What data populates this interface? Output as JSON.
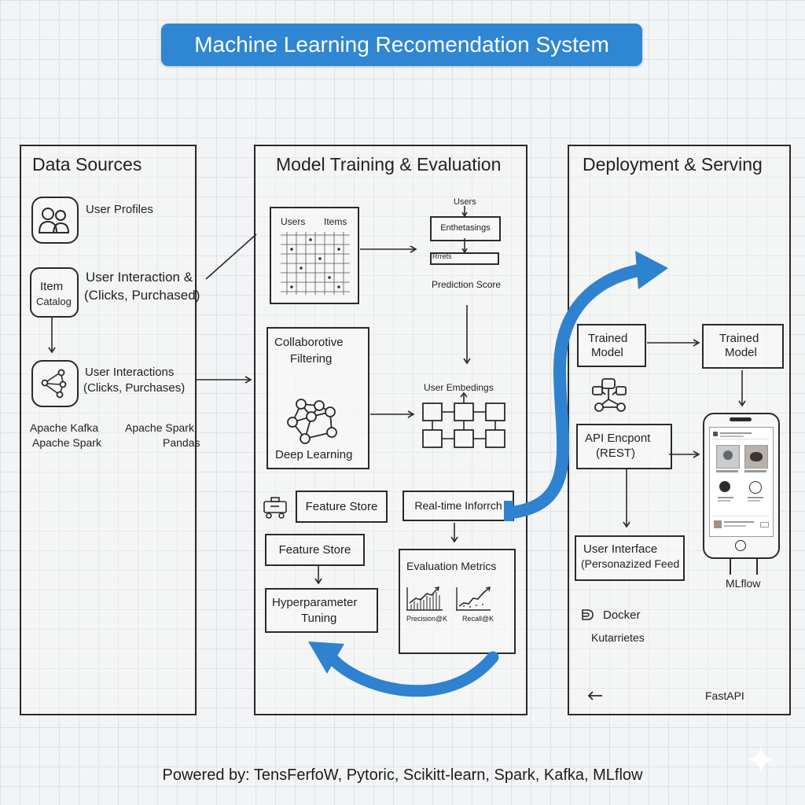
{
  "title": "Machine Learning Recomendation System",
  "panels": {
    "data_sources": {
      "title": "Data Sources",
      "user_profiles": "User Profiles",
      "item_catalog_line1": "Item",
      "item_catalog_line2": "Catalog",
      "user_interaction_top_line1": "User Interaction &",
      "user_interaction_top_line2": "(Clicks, Purchased)",
      "user_interactions_line1": "User Interactions",
      "user_interactions_line2": "(Clicks, Purchases)",
      "tool_kafka": "Apache Kafka",
      "tool_spark_left": "Apache Spark",
      "tool_spark_right": "Apache Spark",
      "tool_pandas": "Pandas"
    },
    "model_training": {
      "title": "Model Training & Evaluation",
      "matrix_users": "Users",
      "matrix_items": "Items",
      "factor_users": "Users",
      "factor_embeddings": "Enthetasings",
      "factor_items": "Rrrets",
      "prediction_score": "Prediction Score",
      "collab_line1": "Collaborotive",
      "collab_line2": "Filtering",
      "deep_learning": "Deep Learning",
      "user_embeddings": "User Embedings",
      "feature_store_1": "Feature Store",
      "realtime": "Real-time Inforrch",
      "feature_store_2": "Feature Store",
      "hyper_line1": "Hyperparameter",
      "hyper_line2": "Tuning",
      "eval_metrics": "Evaluation Metrics",
      "metric_1": "Precision@K",
      "metric_2": "Recall@K"
    },
    "deployment": {
      "title": "Deployment & Serving",
      "trained_model_1_line1": "Trained",
      "trained_model_1_line2": "Model",
      "trained_model_2_line1": "Trained",
      "trained_model_2_line2": "Model",
      "api_line1": "API Encpont",
      "api_line2": "(REST)",
      "ui_line1": "User Interface",
      "ui_line2": "(Personazized Feed",
      "mlflow": "MLflow",
      "docker": "Docker",
      "kubernetes": "Kutarrietes",
      "fastapi": "FastAPI"
    }
  },
  "footer": "Powered by: TensFerfoW, Pytoric, Scikitt-learn, Spark, Kafka, MLflow",
  "colors": {
    "accent": "#2f86d3",
    "line": "#2a2a2a",
    "background": "#f3f4f5"
  }
}
